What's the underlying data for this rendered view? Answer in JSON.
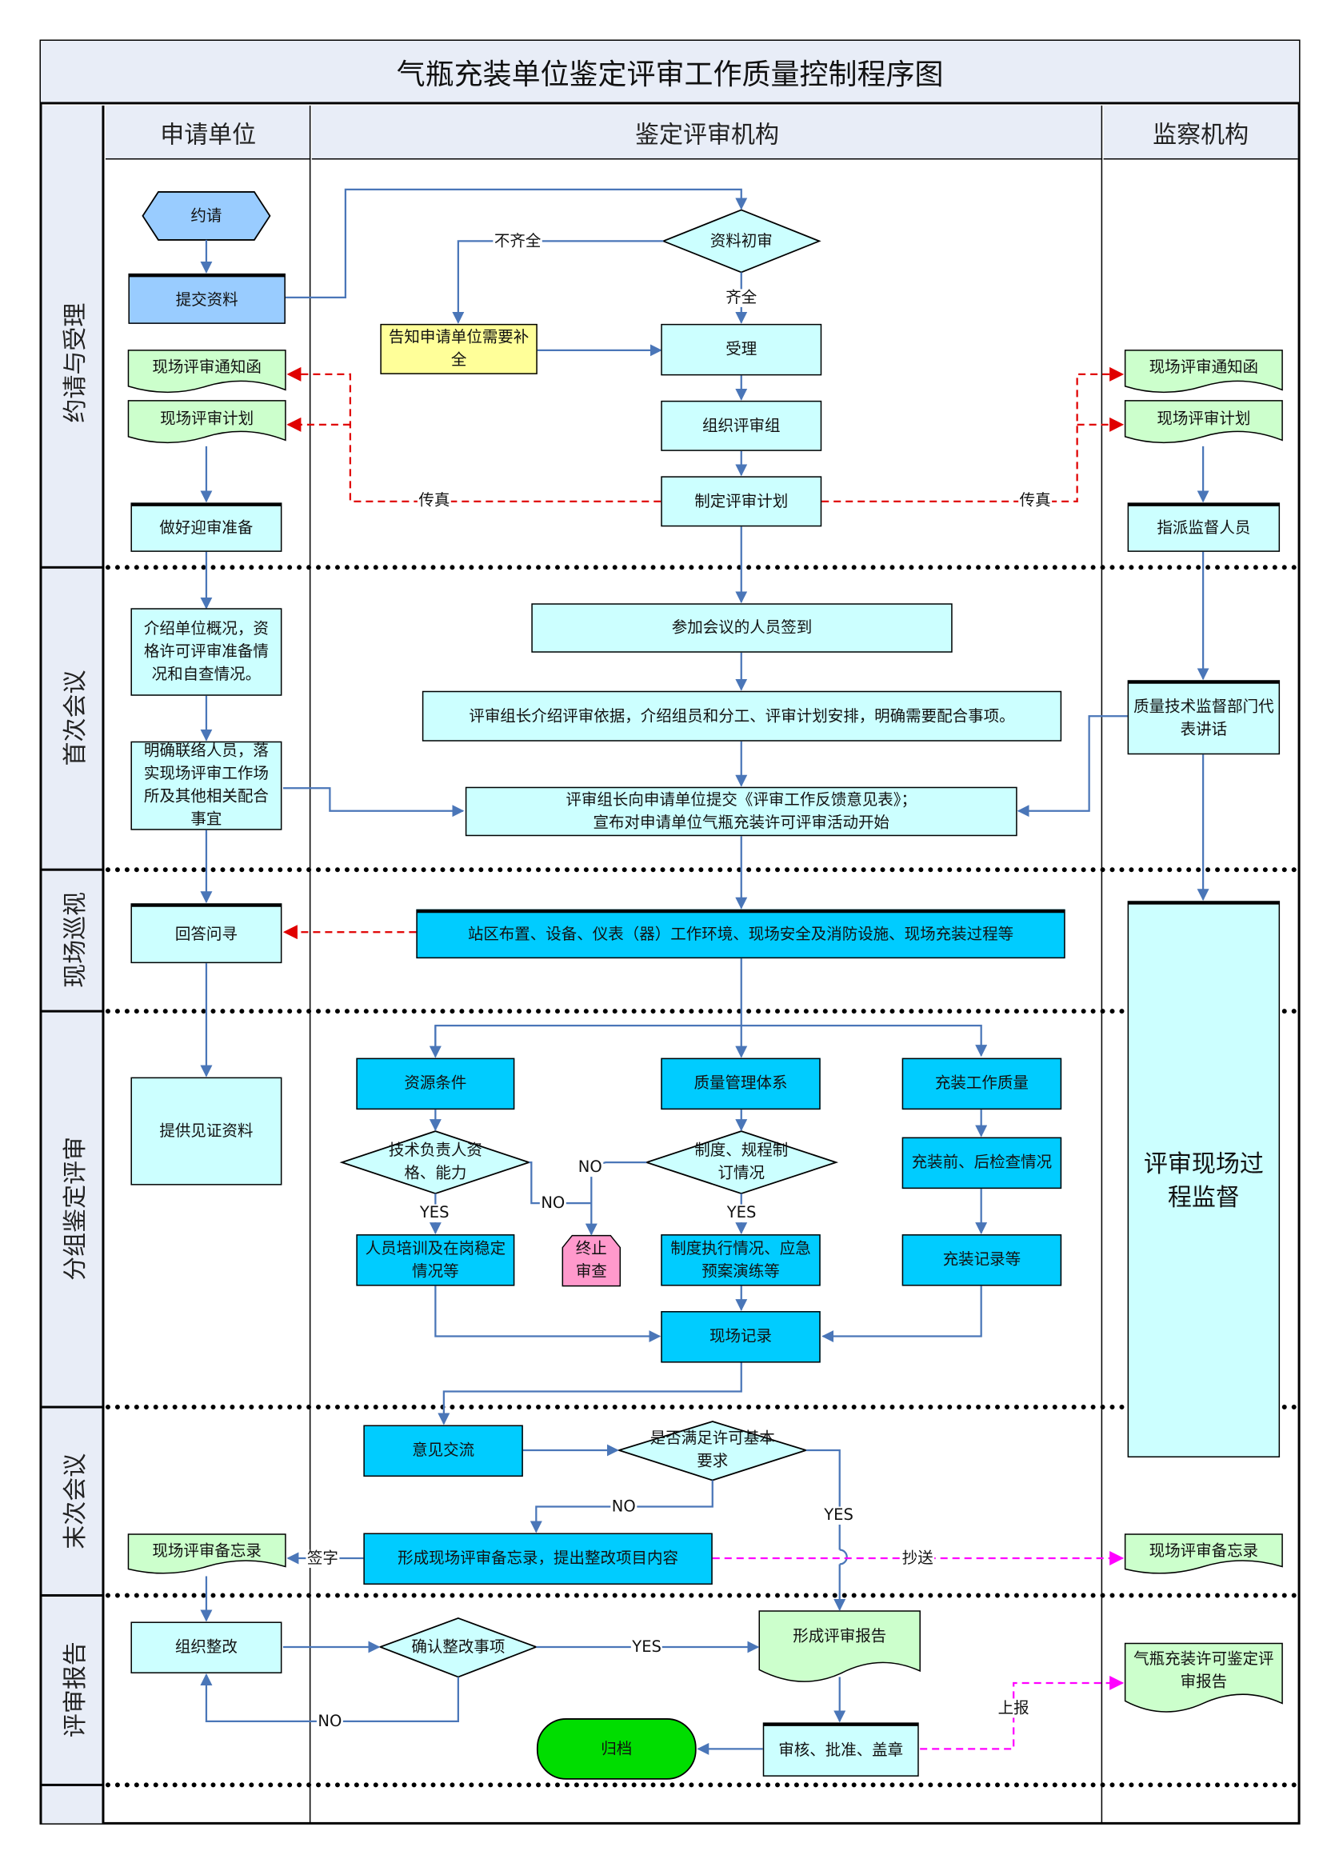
{
  "title": "气瓶充装单位鉴定评审工作质量控制程序图",
  "lanes": {
    "applicant": "申请单位",
    "review_org": "鉴定评审机构",
    "supervision": "监察机构"
  },
  "phases": [
    "约请与受理",
    "首次会议",
    "现场巡视",
    "分组鉴定评审",
    "末次会议",
    "评审报告"
  ],
  "nodes": {
    "invite": "约请",
    "submit_docs": "提交资料",
    "notice_letter_a": "现场评审通知函",
    "review_plan_a": "现场评审计划",
    "prepare": "做好迎审准备",
    "initial_review": "资料初审",
    "notify_supplement": "告知申请单位需要补全",
    "accept": "受理",
    "form_team": "组织评审组",
    "make_plan": "制定评审计划",
    "notice_letter_s": "现场评审通知函",
    "review_plan_s": "现场评审计划",
    "assign_supervisor": "指派监督人员",
    "intro_unit": "介绍单位概况，资格许可评审准备情况和自查情况。",
    "contact_person": "明确联络人员，落实现场评审工作场所及其他相关配合事宜",
    "sign_in": "参加会议的人员签到",
    "leader_intro": "评审组长介绍评审依据，介绍组员和分工、评审计划安排，明确需要配合事项。",
    "feedback_form_line1": "评审组长向申请单位提交《评审工作反馈意见表》；",
    "feedback_form_line2": "宣布对申请单位气瓶充装许可评审活动开始",
    "quality_dept_speech": "质量技术监督部门代表讲话",
    "answer_questions": "回答问寻",
    "site_tour": "站区布置、设备、仪表（器）工作环境、现场安全及消防设施、现场充装过程等",
    "process_supervision": "评审现场过程监督",
    "provide_evidence": "提供见证资料",
    "resource_conditions": "资源条件",
    "qms": "质量管理体系",
    "filling_quality": "充装工作质量",
    "tech_lead_check": "技术负责人资格、能力",
    "rules_check": "制度、规程制订情况",
    "pre_post_check": "充装前、后检查情况",
    "staff_training": "人员培训及在岗稳定情况等",
    "terminate": "终止审查",
    "rules_execution": "制度执行情况、应急预案演练等",
    "filling_records": "充装记录等",
    "site_records": "现场记录",
    "exchange_views": "意见交流",
    "meets_requirements": "是否满足许可基本要求",
    "memo_a": "现场评审备忘录",
    "form_memo": "形成现场评审备忘录，提出整改项目内容",
    "memo_s": "现场评审备忘录",
    "organize_rectify": "组织整改",
    "confirm_rectify": "确认整改事项",
    "form_report": "形成评审报告",
    "approve_seal": "审核、批准、盖章",
    "archive": "归档",
    "final_report": "气瓶充装许可鉴定评审报告"
  },
  "edge_labels": {
    "incomplete": "不齐全",
    "complete": "齐全",
    "fax_left": "传真",
    "fax_right": "传真",
    "no_a": "NO",
    "no_b": "NO",
    "yes_a": "YES",
    "yes_b": "YES",
    "no_c": "NO",
    "yes_c": "YES",
    "sign": "签字",
    "cc": "抄送",
    "yes_d": "YES",
    "no_d": "NO",
    "report_up": "上报"
  },
  "colors": {
    "flow": "#4a76b8",
    "fax": "#e00000",
    "cc": "#ff00ff",
    "light_cyan": "#ccffff",
    "cyan": "#00ccff",
    "doc_green": "#ccffcc",
    "archive_green": "#00dd00",
    "header_bg": "#e8edf7"
  }
}
